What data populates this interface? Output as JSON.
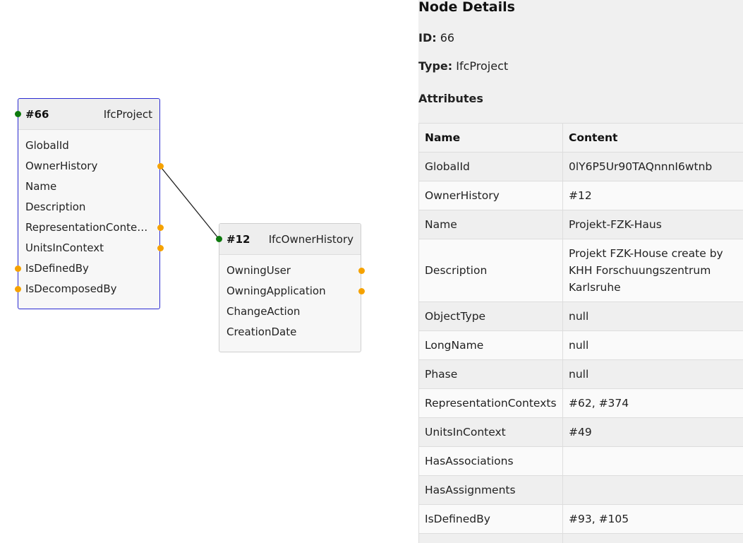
{
  "graph": {
    "nodes": [
      {
        "id": "#66",
        "type": "IfcProject",
        "selected": true,
        "attributes": [
          {
            "label": "GlobalId",
            "in": false,
            "out": false
          },
          {
            "label": "OwnerHistory",
            "in": false,
            "out": true
          },
          {
            "label": "Name",
            "in": false,
            "out": false
          },
          {
            "label": "Description",
            "in": false,
            "out": false
          },
          {
            "label": "RepresentationConte…",
            "in": false,
            "out": true
          },
          {
            "label": "UnitsInContext",
            "in": false,
            "out": true
          },
          {
            "label": "IsDefinedBy",
            "in": true,
            "out": false
          },
          {
            "label": "IsDecomposedBy",
            "in": true,
            "out": false
          }
        ]
      },
      {
        "id": "#12",
        "type": "IfcOwnerHistory",
        "selected": false,
        "attributes": [
          {
            "label": "OwningUser",
            "in": false,
            "out": true
          },
          {
            "label": "OwningApplication",
            "in": false,
            "out": true
          },
          {
            "label": "ChangeAction",
            "in": false,
            "out": false
          },
          {
            "label": "CreationDate",
            "in": false,
            "out": false
          }
        ]
      }
    ],
    "edges": [
      {
        "from_node": "#66",
        "from_attribute": "OwnerHistory",
        "to_node": "#12"
      }
    ]
  },
  "details": {
    "title": "Node Details",
    "id_label": "ID:",
    "id_value": "66",
    "type_label": "Type:",
    "type_value": "IfcProject",
    "attributes_heading": "Attributes",
    "columns": [
      "Name",
      "Content"
    ],
    "rows": [
      [
        "GlobalId",
        "0lY6P5Ur90TAQnnnI6wtnb"
      ],
      [
        "OwnerHistory",
        "#12"
      ],
      [
        "Name",
        "Projekt-FZK-Haus"
      ],
      [
        "Description",
        "Projekt FZK-House create by KHH Forschuungszentrum Karlsruhe"
      ],
      [
        "ObjectType",
        "null"
      ],
      [
        "LongName",
        "null"
      ],
      [
        "Phase",
        "null"
      ],
      [
        "RepresentationContexts",
        "#62, #374"
      ],
      [
        "UnitsInContext",
        "#49"
      ],
      [
        "HasAssociations",
        ""
      ],
      [
        "HasAssignments",
        ""
      ],
      [
        "IsDefinedBy",
        "#93, #105"
      ],
      [
        "",
        ""
      ]
    ]
  },
  "colors": {
    "in_port": "#0e7a0e",
    "out_port": "#f5a200",
    "selected_border": "#2a2ad1",
    "edge": "#222222"
  }
}
